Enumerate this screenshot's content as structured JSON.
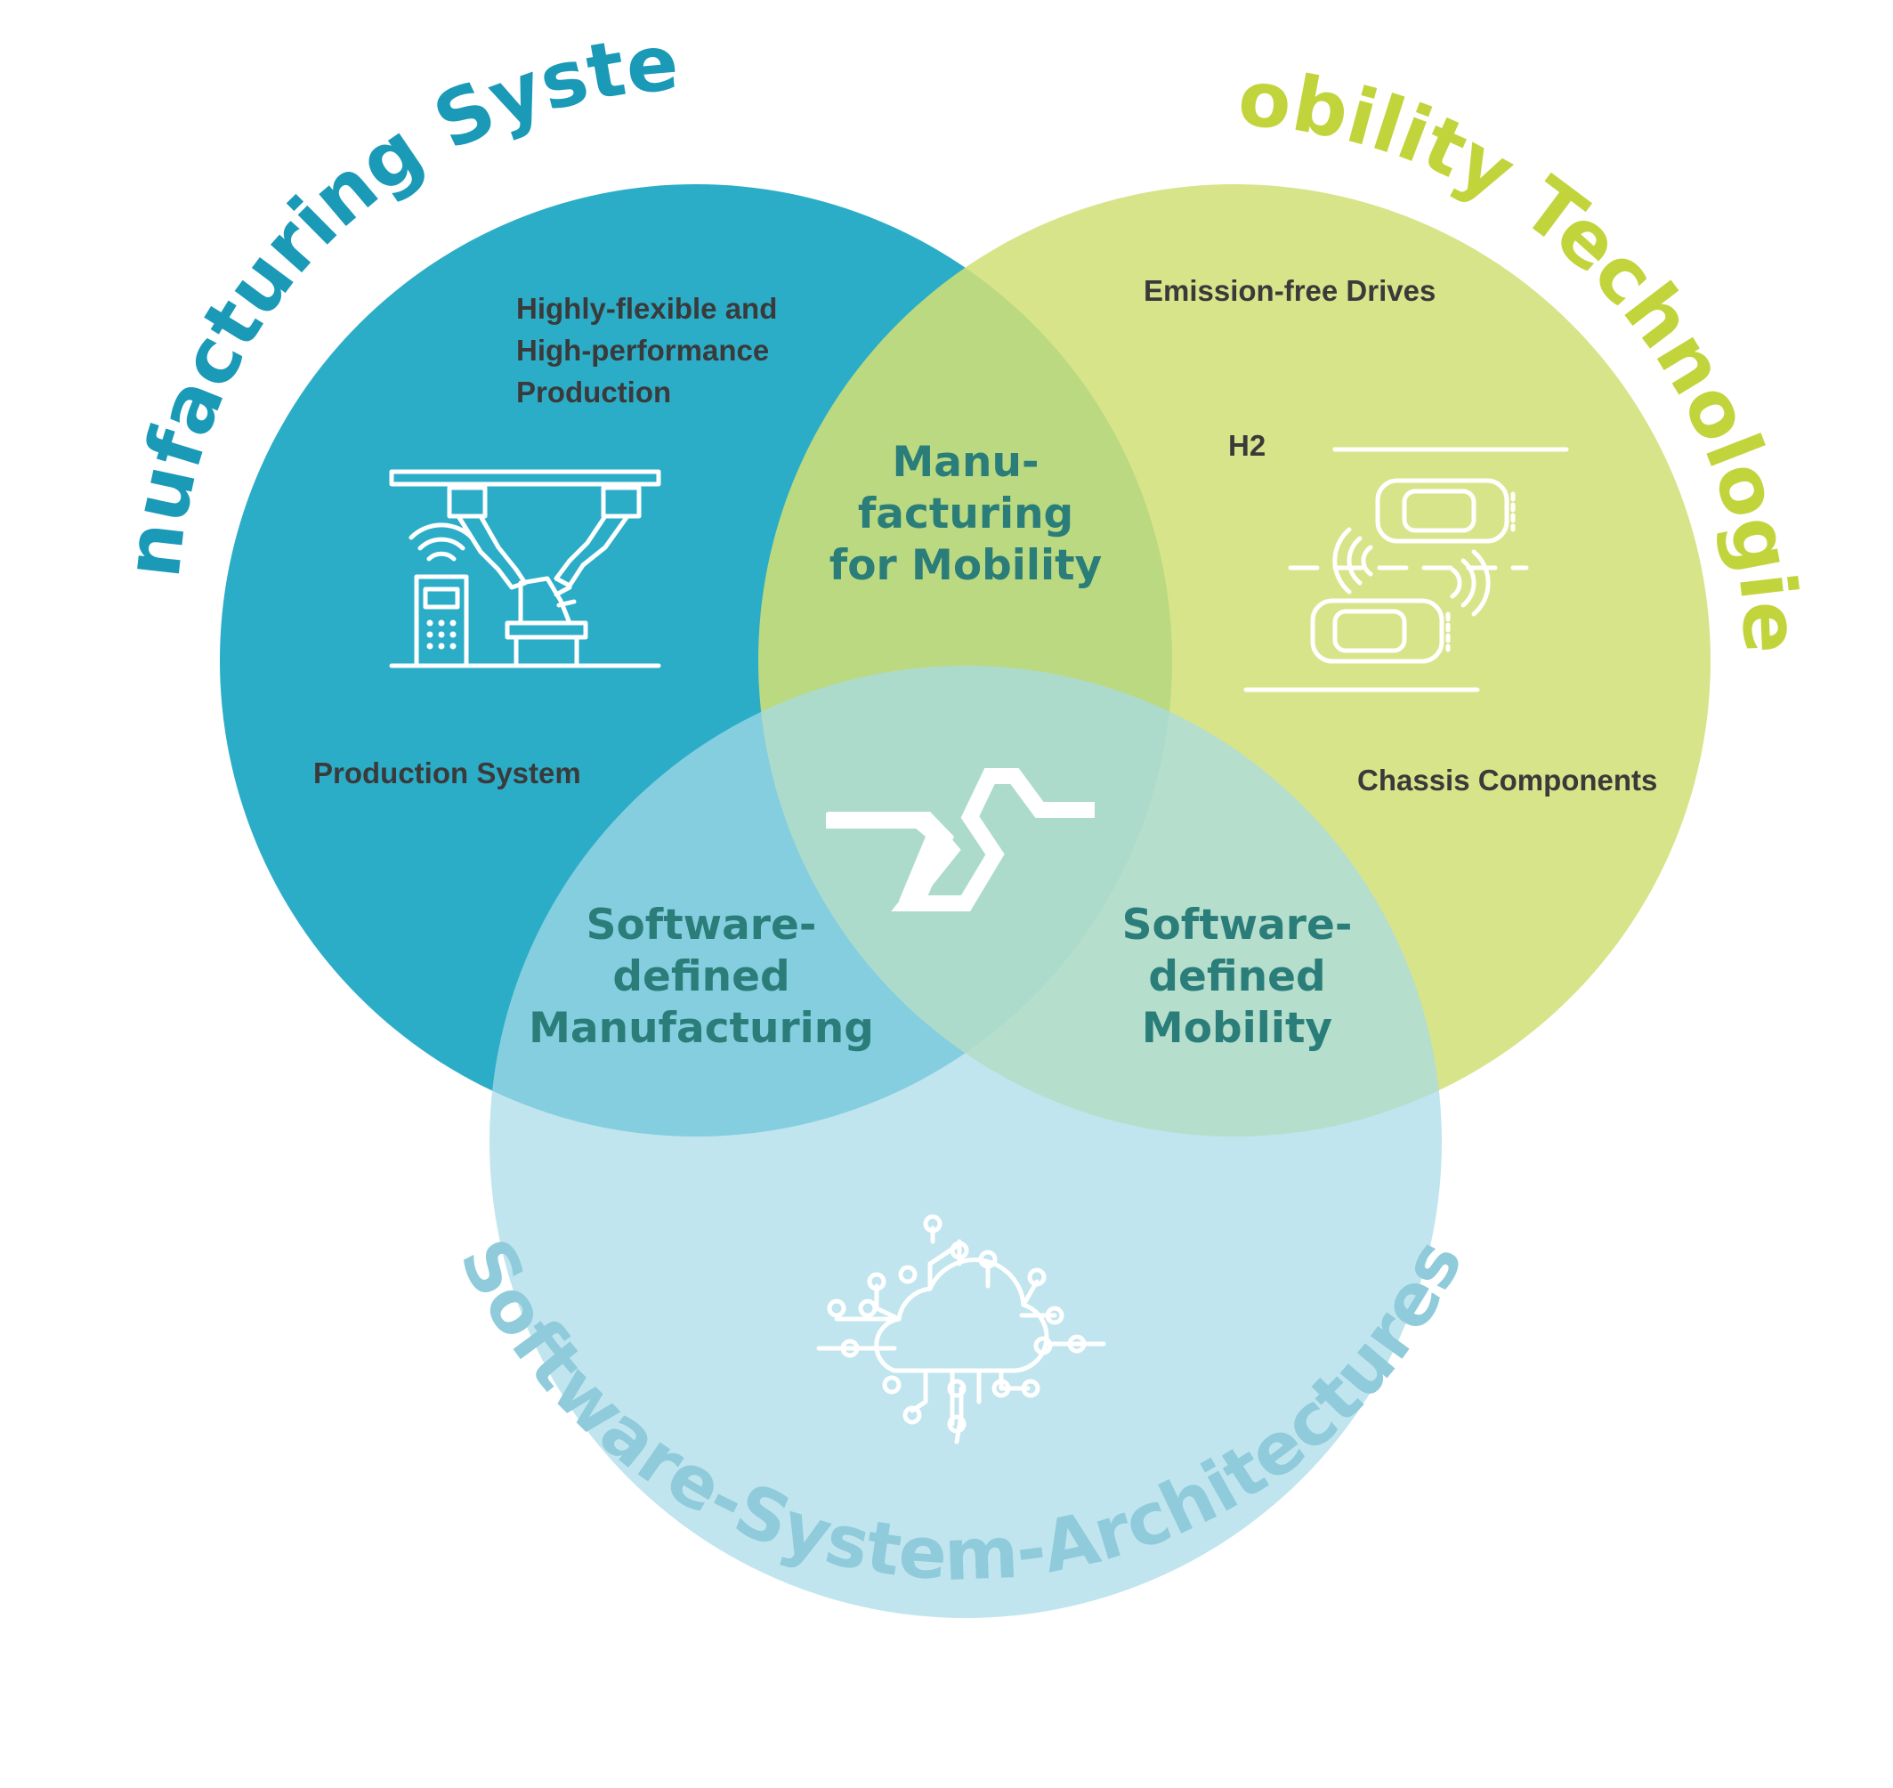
{
  "colors": {
    "manufacturing": "#2badc8",
    "mobility": "#d2df76",
    "software": "#a8dbe7",
    "overlap_text": "#2a7d78",
    "label_text": "#3a3a3a",
    "manufacturing_title": "#1a9ab7",
    "mobility_title": "#c2d43c",
    "software_title": "#8fcbdb",
    "icon": "#ffffff"
  },
  "circles": {
    "manufacturing": {
      "title": "Manufacturing Systems",
      "labels": [
        "Highly-flexible and",
        "High-performance",
        "Production"
      ],
      "label_bottom": "Production System",
      "icon": "robot-production-icon"
    },
    "mobility": {
      "title": "Mobility Technologies",
      "label_top": "Emission-free Drives",
      "label_h2": "H2",
      "label_bottom": "Chassis Components",
      "icon": "connected-cars-icon"
    },
    "software": {
      "title": "Software-System-Architectures",
      "icon": "cloud-circuit-icon"
    }
  },
  "overlaps": {
    "manufacturing_mobility": [
      "Manu-",
      "facturing",
      "for Mobility"
    ],
    "manufacturing_software": [
      "Software-",
      "defined",
      "Manufacturing"
    ],
    "mobility_software": [
      "Software-",
      "defined",
      "Mobility"
    ],
    "center_icon": "logo-zigzag-icon"
  }
}
